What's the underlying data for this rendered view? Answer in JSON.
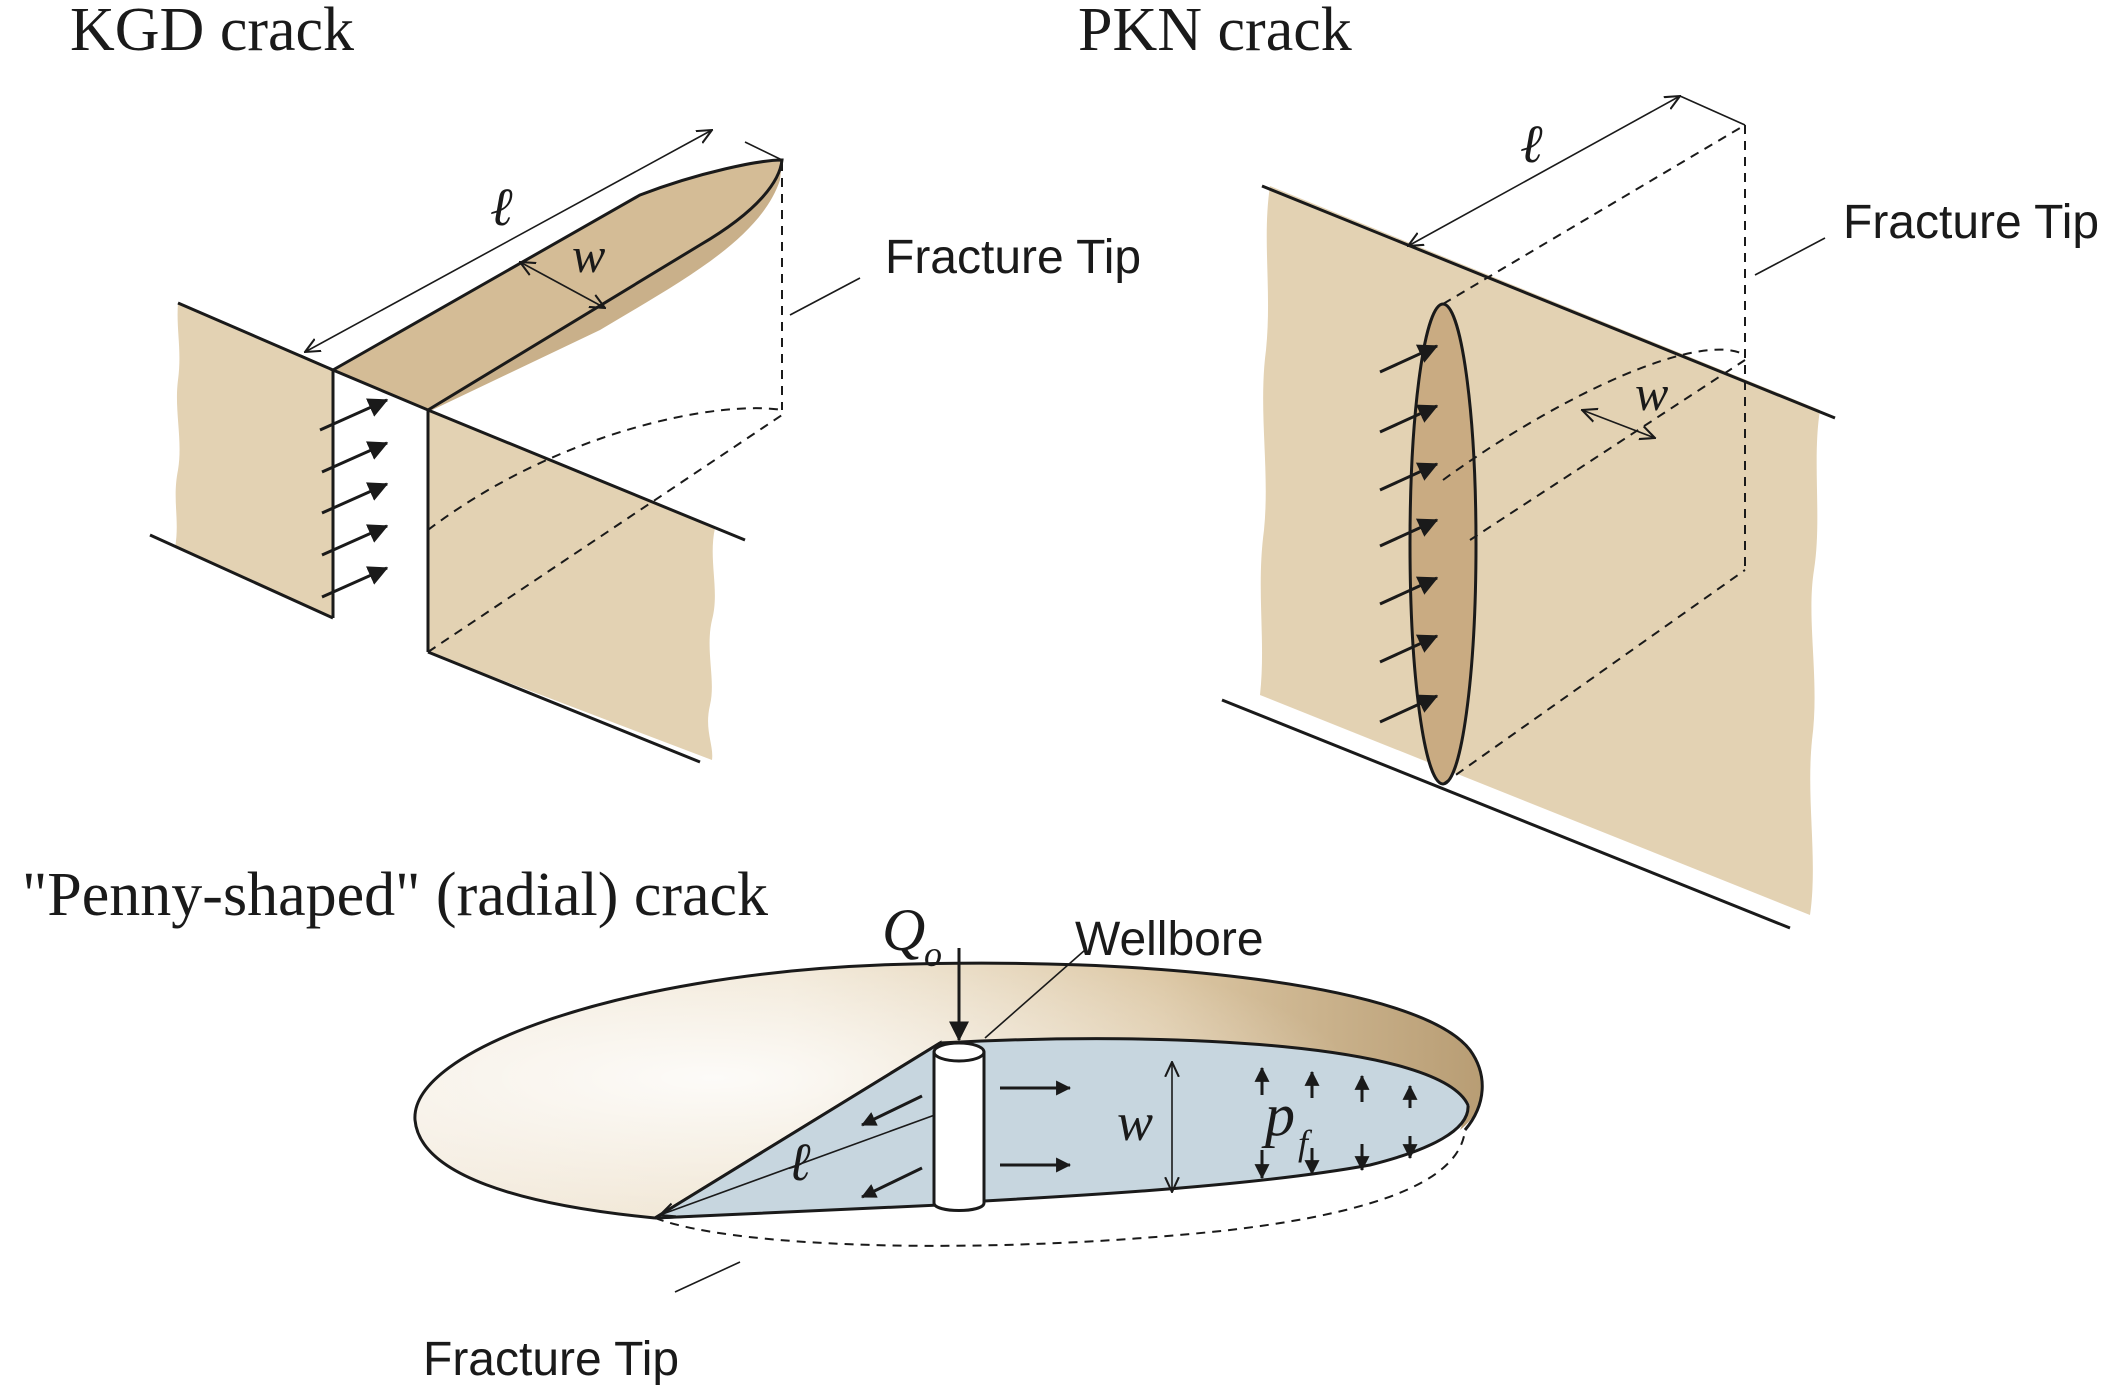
{
  "kgd": {
    "title": "KGD crack",
    "length_symbol": "ℓ",
    "width_symbol": "w",
    "tip_label": "Fracture Tip"
  },
  "pkn": {
    "title": "PKN crack",
    "length_symbol": "ℓ",
    "width_symbol": "w",
    "tip_label": "Fracture Tip"
  },
  "penny": {
    "title": "\"Penny-shaped\" (radial) crack",
    "flow_symbol": "Q",
    "flow_subscript": "o",
    "wellbore_label": "Wellbore",
    "length_symbol": "ℓ",
    "width_symbol": "w",
    "pressure_symbol": "p",
    "pressure_subscript": "f",
    "tip_label": "Fracture Tip"
  },
  "colors": {
    "rock": "#e3d2b3",
    "rock_dark": "#c8b08c",
    "fluid": "#c7d6df",
    "ink": "#1a1a1a"
  }
}
